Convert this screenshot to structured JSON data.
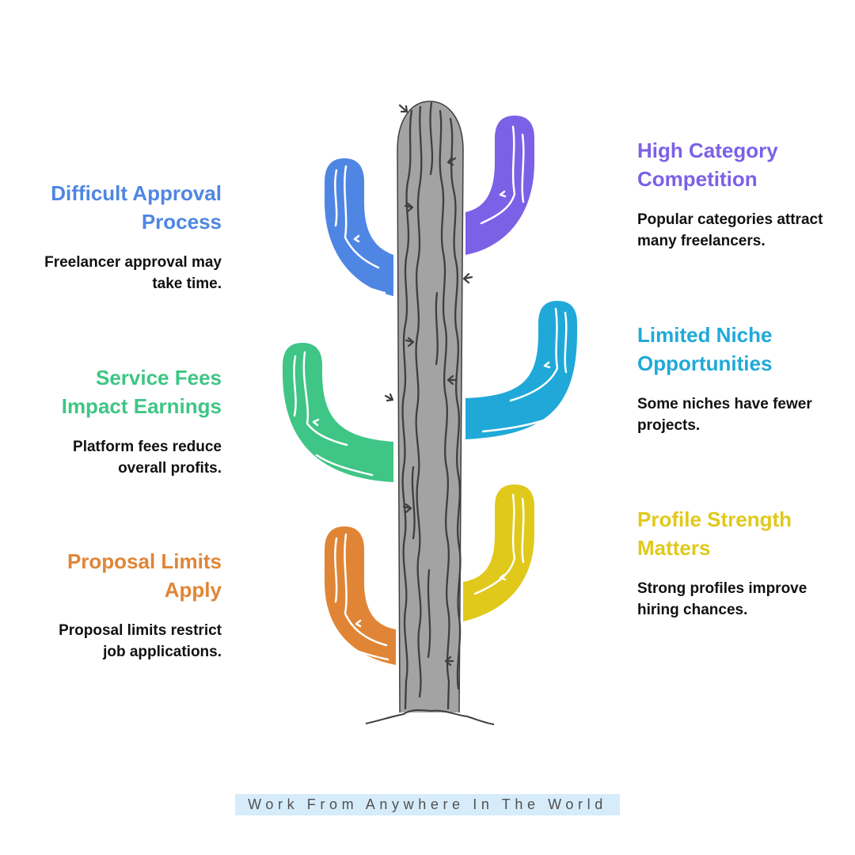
{
  "colors": {
    "trunk": "#a3a3a3",
    "outline": "#3f3f3f",
    "blue": "#4f86e3",
    "purple": "#7b61e6",
    "green": "#3fc585",
    "cyan": "#20a9d8",
    "orange": "#e08536",
    "yellow": "#e0c91b",
    "footer_bg": "#d6ecfa"
  },
  "items": [
    {
      "id": "difficult-approval",
      "side": "left",
      "color": "#4f86e3",
      "title_lines": [
        "Difficult Approval",
        "Process"
      ],
      "desc_lines": [
        "Freelancer approval may",
        "take time."
      ]
    },
    {
      "id": "service-fees",
      "side": "left",
      "color": "#3fc585",
      "title_lines": [
        "Service Fees",
        "Impact Earnings"
      ],
      "desc_lines": [
        "Platform fees reduce",
        "overall profits."
      ]
    },
    {
      "id": "proposal-limits",
      "side": "left",
      "color": "#e08536",
      "title_lines": [
        "Proposal Limits",
        "Apply"
      ],
      "desc_lines": [
        "Proposal limits restrict",
        "job applications."
      ]
    },
    {
      "id": "high-category",
      "side": "right",
      "color": "#7b61e6",
      "title_lines": [
        "High Category",
        "Competition"
      ],
      "desc_lines": [
        "Popular categories attract",
        "many freelancers."
      ]
    },
    {
      "id": "limited-niche",
      "side": "right",
      "color": "#20a9d8",
      "title_lines": [
        "Limited Niche",
        "Opportunities"
      ],
      "desc_lines": [
        "Some niches have fewer",
        "projects."
      ]
    },
    {
      "id": "profile-strength",
      "side": "right",
      "color": "#e0c91b",
      "title_lines": [
        "Profile Strength",
        "Matters"
      ],
      "desc_lines": [
        "Strong profiles improve",
        "hiring chances."
      ]
    }
  ],
  "footer": {
    "text": "Work From Anywhere In The World"
  }
}
